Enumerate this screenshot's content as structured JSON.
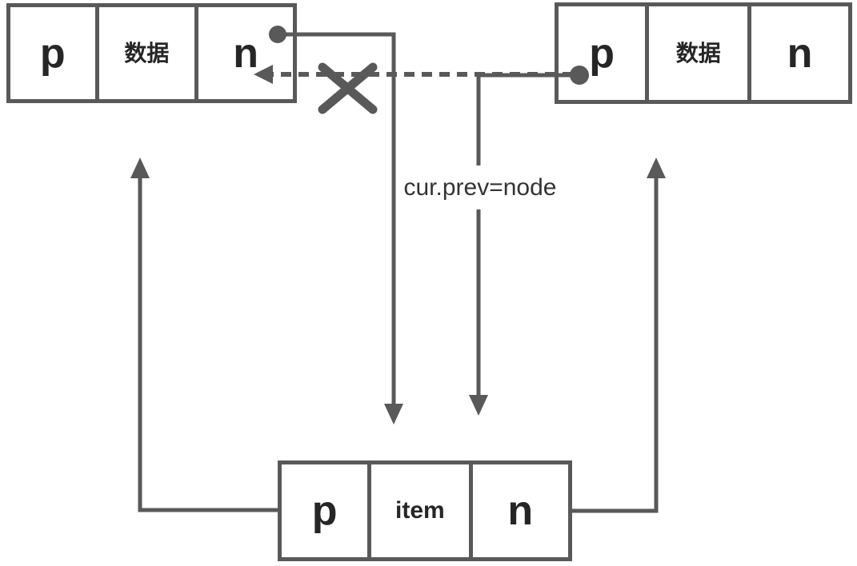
{
  "nodes": {
    "left": {
      "cells": [
        "p",
        "数据",
        "n"
      ]
    },
    "right": {
      "cells": [
        "p",
        "数据",
        "n"
      ]
    },
    "bottom": {
      "cells": [
        "p",
        "item",
        "n"
      ]
    }
  },
  "annotations": {
    "assignment_label": "cur.prev=node"
  },
  "icons": {
    "x_mark": "cross-out-of-old-pointer",
    "pointer_dot": "filled-circle-pointer-origin",
    "arrowhead": "triangle-arrowhead"
  },
  "colors": {
    "connector": "#595959",
    "node_border": "#595959",
    "cell_text": "#262626",
    "label_text": "#333333",
    "background": "#ffffff"
  }
}
